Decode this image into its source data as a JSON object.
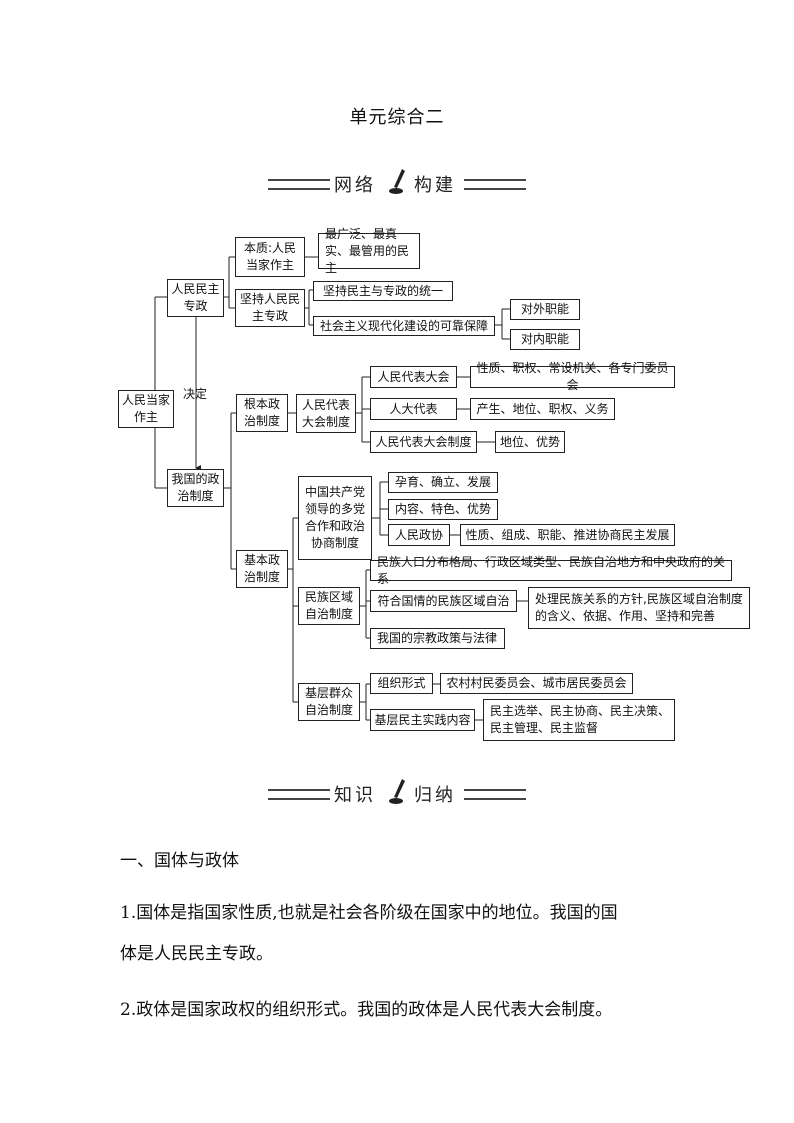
{
  "page_title": "单元综合二",
  "banners": {
    "network": [
      "网络",
      "构建"
    ],
    "knowledge": [
      "知识",
      "归纳"
    ]
  },
  "diagram": {
    "root": "人民当家作主",
    "decide_label": "决定",
    "n_dictatorship": "人民民主专政",
    "n_essence": "本质:人民当家作主",
    "n_broadest": "最广泛、最真实、最管用的民主",
    "n_uphold": "坚持人民民主专政",
    "n_unity": "坚持民主与专政的统一",
    "n_guarantee": "社会主义现代化建设的可靠保障",
    "n_external": "对外职能",
    "n_internal": "对内职能",
    "n_political": "我国的政治制度",
    "n_fundamental": "根本政治制度",
    "n_npc_system": "人民代表大会制度",
    "n_npc": "人民代表大会",
    "n_npc_props": "性质、职权、常设机关、各专门委员会",
    "n_deputies": "人大代表",
    "n_deputies_props": "产生、地位、职权、义务",
    "n_npc_sys2": "人民代表大会制度",
    "n_npc_sys2_props": "地位、优势",
    "n_basic": "基本政治制度",
    "n_cpc": "中国共产党领导的多党合作和政治协商制度",
    "n_cpc_a": "孕育、确立、发展",
    "n_cpc_b": "内容、特色、优势",
    "n_cppcc": "人民政协",
    "n_cppcc_props": "性质、组成、职能、推进协商民主发展",
    "n_regional": "民族区域自治制度",
    "n_reg_a": "民族人口分布格局、行政区域类型、民族自治地方和中央政府的关系",
    "n_reg_b": "符合国情的民族区域自治",
    "n_reg_b_props": "处理民族关系的方针,民族区域自治制度的含义、依据、作用、坚持和完善",
    "n_reg_c": "我国的宗教政策与法律",
    "n_grassroots": "基层群众自治制度",
    "n_org": "组织形式",
    "n_org_props": "农村村民委员会、城市居民委员会",
    "n_practice": "基层民主实践内容",
    "n_practice_props": "民主选举、民主协商、民主决策、民主管理、民主监督"
  },
  "section1": {
    "heading": "一、国体与政体",
    "p1_line1": "1.国体是指国家性质,也就是社会各阶级在国家中的地位。我国的国",
    "p1_line2": "体是人民民主专政。",
    "p2": "2.政体是国家政权的组织形式。我国的政体是人民代表大会制度。"
  }
}
